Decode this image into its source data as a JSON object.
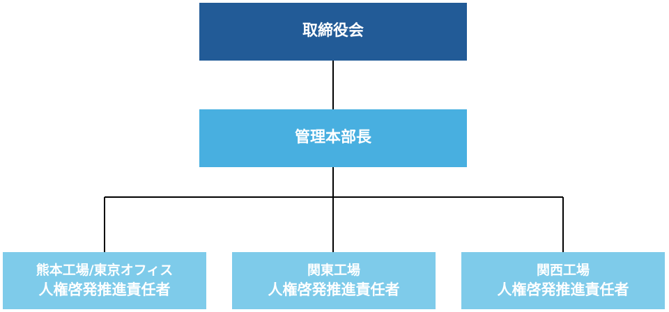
{
  "board": {
    "label": "取締役会",
    "color": "#225b97"
  },
  "manager": {
    "label": "管理本部長",
    "color": "#48afe0"
  },
  "sites": [
    {
      "name": "熊本工場/東京オフィス",
      "role": "人権啓発推進責任者"
    },
    {
      "name": "関東工場",
      "role": "人権啓発推進責任者"
    },
    {
      "name": "関西工場",
      "role": "人権啓発推進責任者"
    }
  ],
  "site_color": "#7ecbea",
  "text_color": "#ffffff",
  "line_color": "#000000"
}
